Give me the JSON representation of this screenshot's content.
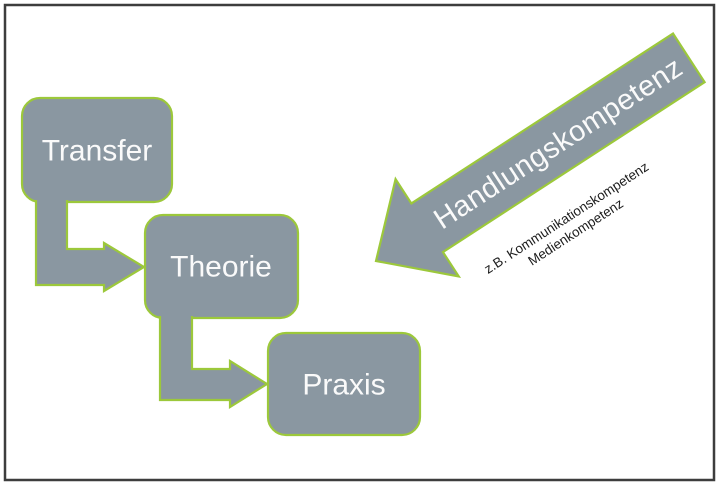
{
  "canvas": {
    "background": "#ffffff",
    "frame_color": "#3d3d3d"
  },
  "colors": {
    "shape_fill": "#8a97a1",
    "shape_stroke": "#9cc83b",
    "box_text_color": "#fafafa",
    "annotation_text_color": "#1c1c1c"
  },
  "boxes": [
    {
      "label": "Transfer"
    },
    {
      "label": "Theorie"
    },
    {
      "label": "Praxis"
    }
  ],
  "big_arrow": {
    "label": "Handlungskompetenz",
    "annotations": [
      "z.B. Kommunikationskompetenz",
      "Medienkompetenz"
    ]
  }
}
